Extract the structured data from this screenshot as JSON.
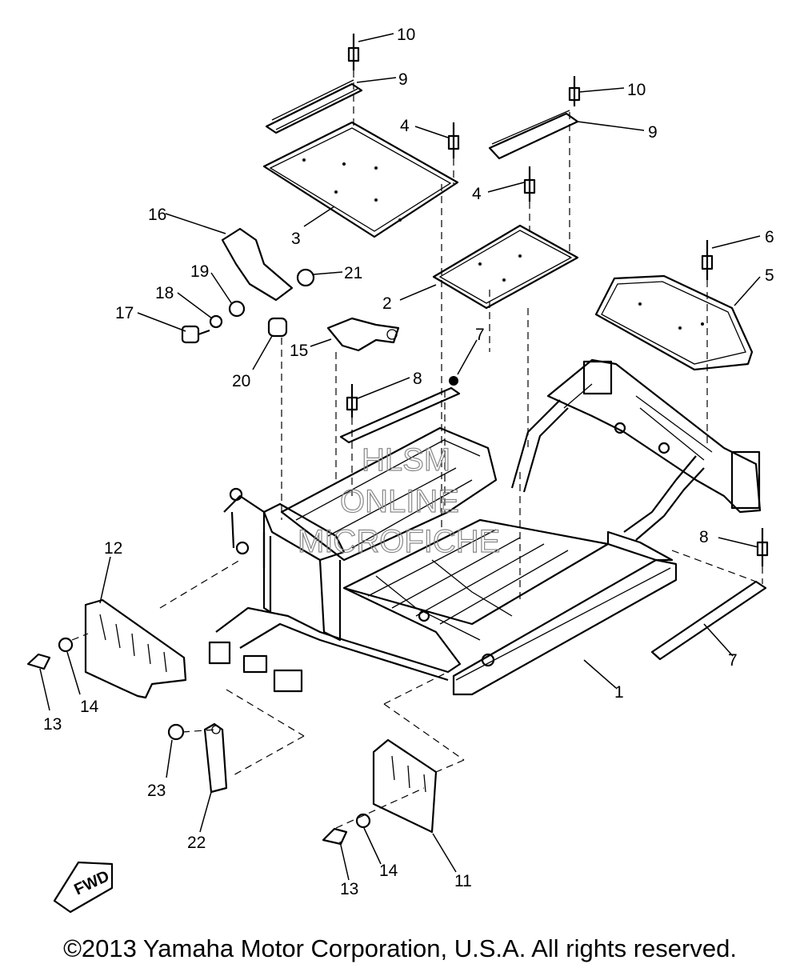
{
  "callouts": [
    "10",
    "9",
    "10",
    "9",
    "4",
    "4",
    "6",
    "5",
    "3",
    "16",
    "19",
    "21",
    "18",
    "2",
    "17",
    "15",
    "7",
    "20",
    "8",
    "8",
    "7",
    "1",
    "12",
    "14",
    "13",
    "23",
    "22",
    "14",
    "13",
    "11"
  ],
  "watermark": [
    "HLSM",
    "ONLINE",
    "MICROFICHE"
  ],
  "fwd_label": "FWD",
  "copyright": "©2013 Yamaha Motor Corporation, U.S.A. All rights reserved."
}
